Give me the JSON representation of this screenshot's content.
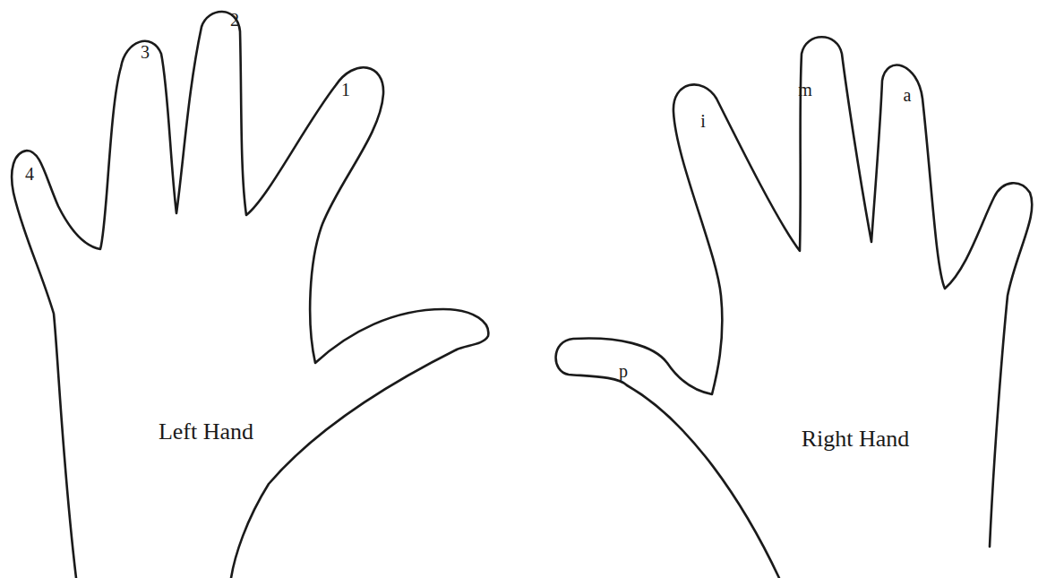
{
  "diagram": {
    "labels": [
      "4",
      "3",
      "2",
      "1",
      "Left Hand",
      "i",
      "m",
      "a",
      "p",
      "Right Hand"
    ]
  }
}
